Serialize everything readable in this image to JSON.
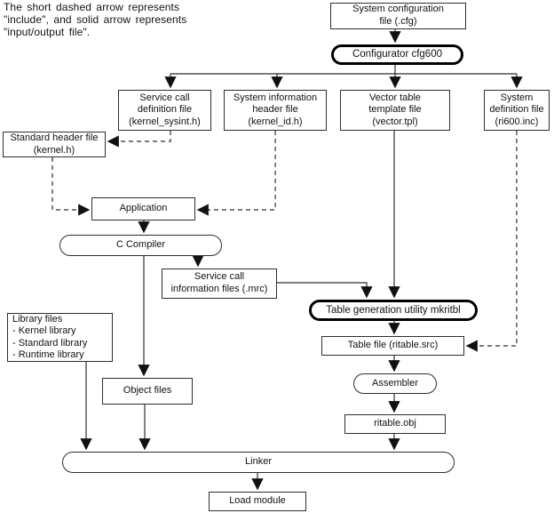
{
  "note": "The short dashed arrow represents\n\"include\", and solid arrow represents\n\"input/output file\".",
  "colors": {
    "line": "#2e2e2e",
    "border": "#2e2e2e",
    "bold_border": "#000000",
    "background": "#ffffff",
    "text": "#111111"
  },
  "legend": {
    "dashed_arrow_meaning": "include",
    "solid_arrow_meaning": "input/output file"
  },
  "nodes": {
    "system_config_file": {
      "label": "System configuration\nfile (.cfg)",
      "shape": "box"
    },
    "configurator": {
      "label": "Configurator cfg600",
      "shape": "stadium-bold"
    },
    "service_call_def": {
      "label": "Service call\ndefinition file\n(kernel_sysint.h)",
      "shape": "box"
    },
    "sys_info_header": {
      "label": "System information\nheader file\n(kernel_id.h)",
      "shape": "box"
    },
    "vector_table": {
      "label": "Vector table\ntemplate file\n(vector.tpl)",
      "shape": "box"
    },
    "sys_def_file": {
      "label": "System\ndefinition file\n(ri600.inc)",
      "shape": "box"
    },
    "standard_header": {
      "label": "Standard header file\n(kernel.h)",
      "shape": "box"
    },
    "application": {
      "label": "Application",
      "shape": "box"
    },
    "c_compiler": {
      "label": "C Compiler",
      "shape": "stadium"
    },
    "service_call_info": {
      "label": "Service call\ninformation files (.mrc)",
      "shape": "box"
    },
    "table_gen_utility": {
      "label": "Table generation utility mkritbl",
      "shape": "stadium-bold"
    },
    "table_file": {
      "label": "Table file (ritable.src)",
      "shape": "box"
    },
    "assembler": {
      "label": "Assembler",
      "shape": "stadium"
    },
    "ritable_obj": {
      "label": "ritable.obj",
      "shape": "box"
    },
    "library_files": {
      "label": "Library files\n- Kernel library\n- Standard library\n- Runtime library",
      "shape": "box"
    },
    "object_files": {
      "label": "Object files",
      "shape": "box"
    },
    "linker": {
      "label": "Linker",
      "shape": "stadium"
    },
    "load_module": {
      "label": "Load module",
      "shape": "box"
    }
  }
}
